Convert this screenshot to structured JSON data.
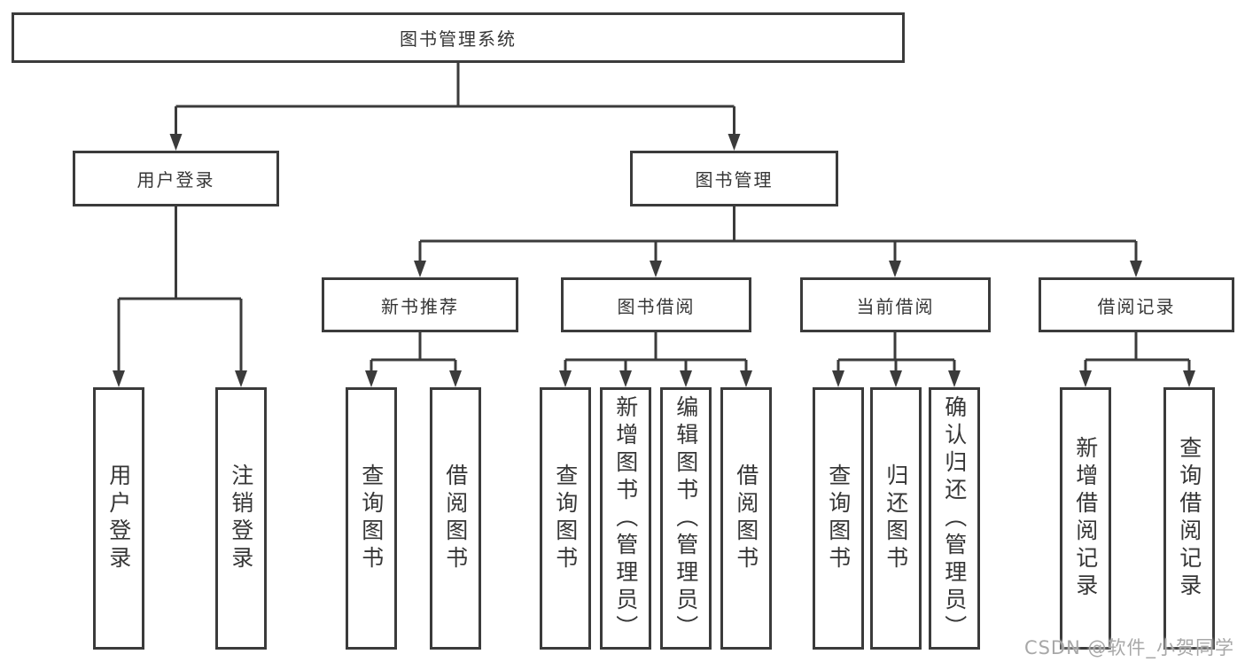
{
  "diagram": {
    "type": "hierarchy-tree",
    "colors": {
      "line": "#3b3b3b",
      "box_border": "#3b3b3b",
      "box_fill": "#ffffff",
      "text": "#363636",
      "watermark": "#a8a8a8"
    },
    "tree": {
      "root": {
        "label": "图书管理系统",
        "children": [
          {
            "label": "用户登录",
            "children": [
              {
                "label": "用户登录"
              },
              {
                "label": "注销登录"
              }
            ]
          },
          {
            "label": "图书管理",
            "children": [
              {
                "label": "新书推荐",
                "children": [
                  {
                    "label": "查询图书"
                  },
                  {
                    "label": "借阅图书"
                  }
                ]
              },
              {
                "label": "图书借阅",
                "children": [
                  {
                    "label": "查询图书"
                  },
                  {
                    "label": "新增图书（管理员）"
                  },
                  {
                    "label": "编辑图书（管理员）"
                  },
                  {
                    "label": "借阅图书"
                  }
                ]
              },
              {
                "label": "当前借阅",
                "children": [
                  {
                    "label": "查询图书"
                  },
                  {
                    "label": "归还图书"
                  },
                  {
                    "label": "确认归还（管理员）"
                  }
                ]
              },
              {
                "label": "借阅记录",
                "children": [
                  {
                    "label": "新增借阅记录"
                  },
                  {
                    "label": "查询借阅记录"
                  }
                ]
              }
            ]
          }
        ]
      }
    },
    "watermark": "CSDN @软件_小贺同学"
  }
}
